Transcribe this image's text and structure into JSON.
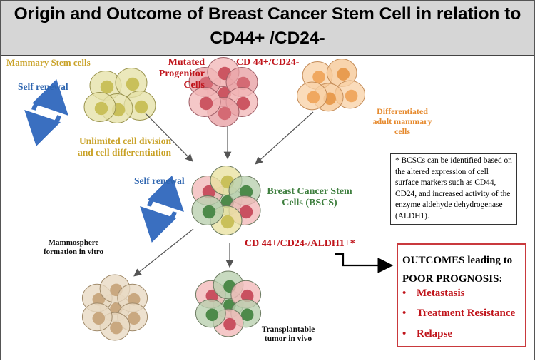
{
  "title": {
    "line1": "Origin and Outcome of Breast Cancer Stem Cell in relation to",
    "line2": "CD44+ /CD24-"
  },
  "labels": {
    "mammary_stem_cells": "Mammary Stem cells",
    "self_renewal_top": "Self renewal",
    "mutated_progenitor_l1": "Mutated",
    "mutated_progenitor_l2": "Progenitor",
    "mutated_progenitor_l3": "Cells",
    "cd44_cd24_top": "CD 44+/CD24-",
    "differentiated_l1": "Differentiated",
    "differentiated_l2": "adult mammary",
    "differentiated_l3": "cells",
    "unlimited_l1": "Unlimited cell division",
    "unlimited_l2": "and cell differentiation",
    "self_renewal_mid": "Self renewal",
    "bcsc_l1": "Breast Cancer Stem",
    "bcsc_l2": "Cells (BSCS)",
    "cd44_aldh1": "CD 44+/CD24-/ALDH1+*",
    "mammosphere_l1": "Mammosphere",
    "mammosphere_l2": "formation in vitro",
    "transplantable_l1": "Transplantable",
    "transplantable_l2": "tumor in vivo"
  },
  "note": "* BCSCs can be identified based on the altered expression of cell surface markers such as CD44, CD24, and increased activity of the enzyme aldehyde dehydrogenase (ALDH1).",
  "outcomes": {
    "title_l1": "OUTCOMES leading to",
    "title_l2": "POOR PROGNOSIS:",
    "bullet": "•",
    "items": [
      "Metastasis",
      "Treatment Resistance",
      "Relapse"
    ]
  },
  "colors": {
    "gold_text": "#c9a227",
    "red_text": "#c0141b",
    "blue_text": "#2f66b0",
    "orange_text": "#e68a2e",
    "outcome_border": "#c9393d",
    "title_bg": "#d6d6d6"
  },
  "icons": [
    "self-renewal-cycle-icon",
    "arrow-icon",
    "elbow-arrow-icon",
    "cell-cluster-icon"
  ]
}
